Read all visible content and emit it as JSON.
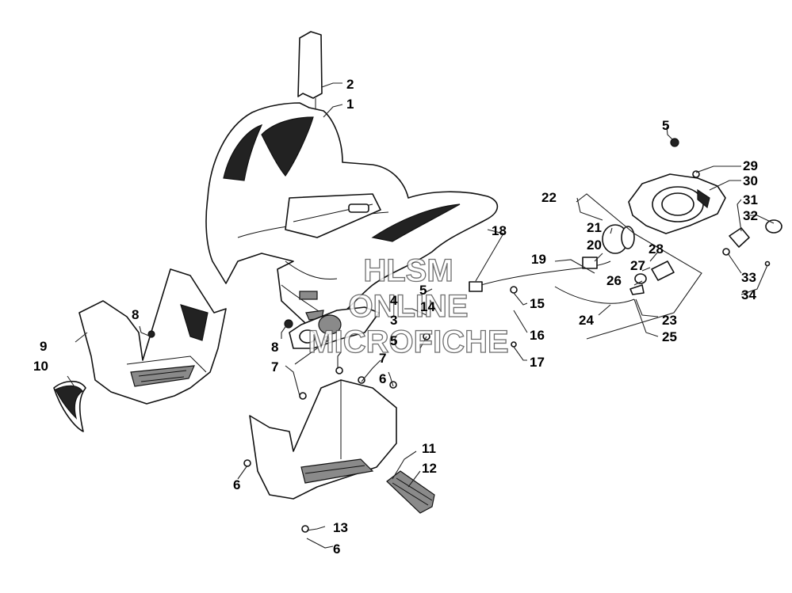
{
  "watermark": {
    "line1": "HLSM",
    "line2": "ONLINE",
    "line3": "MICROFICHE"
  },
  "callouts": [
    {
      "id": "c1",
      "label": "1"
    },
    {
      "id": "c2",
      "label": "2"
    },
    {
      "id": "c3",
      "label": "3"
    },
    {
      "id": "c4",
      "label": "4"
    },
    {
      "id": "c5a",
      "label": "5"
    },
    {
      "id": "c5b",
      "label": "5"
    },
    {
      "id": "c5c",
      "label": "5"
    },
    {
      "id": "c6a",
      "label": "6"
    },
    {
      "id": "c6b",
      "label": "6"
    },
    {
      "id": "c6c",
      "label": "6"
    },
    {
      "id": "c7a",
      "label": "7"
    },
    {
      "id": "c7b",
      "label": "7"
    },
    {
      "id": "c8a",
      "label": "8"
    },
    {
      "id": "c8b",
      "label": "8"
    },
    {
      "id": "c9",
      "label": "9"
    },
    {
      "id": "c10",
      "label": "10"
    },
    {
      "id": "c11",
      "label": "11"
    },
    {
      "id": "c12",
      "label": "12"
    },
    {
      "id": "c13",
      "label": "13"
    },
    {
      "id": "c14",
      "label": "14"
    },
    {
      "id": "c15",
      "label": "15"
    },
    {
      "id": "c16",
      "label": "16"
    },
    {
      "id": "c17",
      "label": "17"
    },
    {
      "id": "c18",
      "label": "18"
    },
    {
      "id": "c19",
      "label": "19"
    },
    {
      "id": "c20",
      "label": "20"
    },
    {
      "id": "c21",
      "label": "21"
    },
    {
      "id": "c22",
      "label": "22"
    },
    {
      "id": "c23",
      "label": "23"
    },
    {
      "id": "c24",
      "label": "24"
    },
    {
      "id": "c25",
      "label": "25"
    },
    {
      "id": "c26",
      "label": "26"
    },
    {
      "id": "c27",
      "label": "27"
    },
    {
      "id": "c28",
      "label": "28"
    },
    {
      "id": "c29",
      "label": "29"
    },
    {
      "id": "c30",
      "label": "30"
    },
    {
      "id": "c31",
      "label": "31"
    },
    {
      "id": "c32",
      "label": "32"
    },
    {
      "id": "c33",
      "label": "33"
    },
    {
      "id": "c34",
      "label": "34"
    }
  ]
}
